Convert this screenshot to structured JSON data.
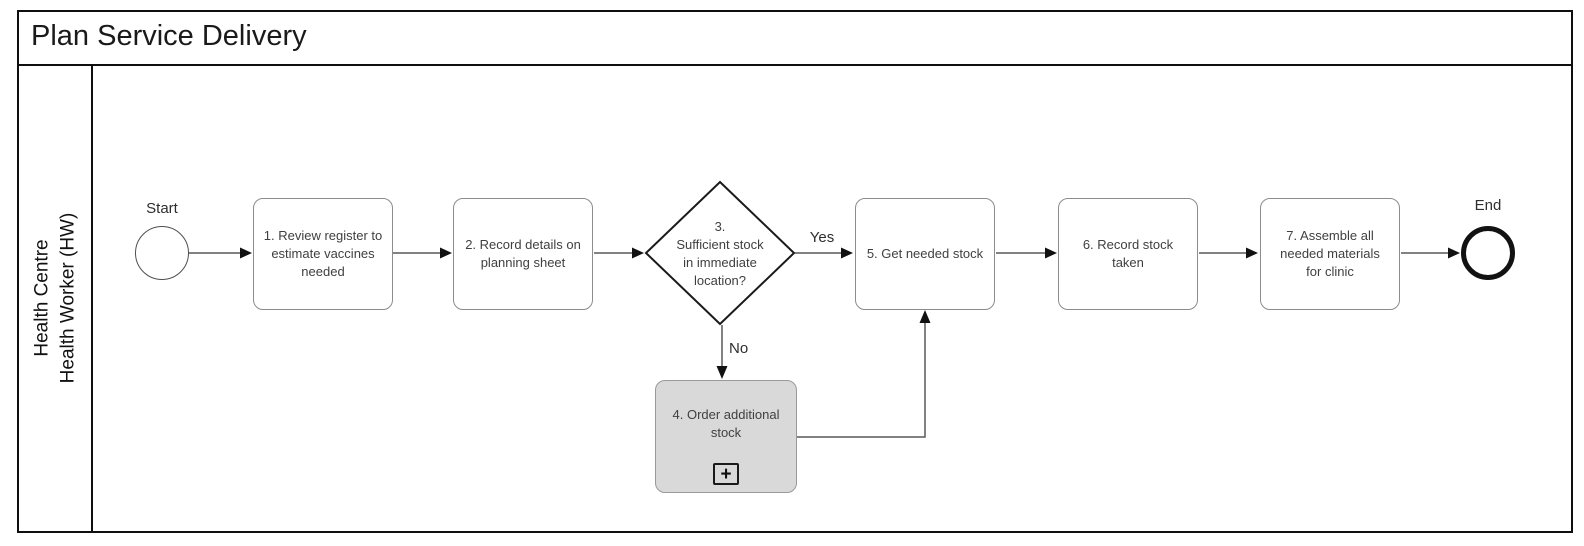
{
  "pool": {
    "title": "Plan Service Delivery",
    "lane_name_line1": "Health Centre",
    "lane_name_line2": "Health Worker (HW)"
  },
  "events": {
    "start_label": "Start",
    "end_label": "End"
  },
  "tasks": {
    "t1": {
      "label": "1. Review register to\nestimate vaccines\nneeded"
    },
    "t2": {
      "label": "2. Record details on\nplanning sheet"
    },
    "t4": {
      "label": "4. Order additional\nstock",
      "marker": "+"
    },
    "t5": {
      "label": "5. Get needed stock"
    },
    "t6": {
      "label": "6. Record stock\ntaken"
    },
    "t7": {
      "label": "7. Assemble all\nneeded materials\nfor clinic"
    }
  },
  "gateway": {
    "number": "3.",
    "question": "Sufficient stock\nin immediate\nlocation?"
  },
  "edge_labels": {
    "yes": "Yes",
    "no": "No"
  },
  "colors": {
    "subprocess_fill": "#d9d9d9",
    "task_border": "#8c8c8c",
    "connector_line": "#595959",
    "arrowhead": "#111111",
    "frame": "#0f0f0f"
  }
}
